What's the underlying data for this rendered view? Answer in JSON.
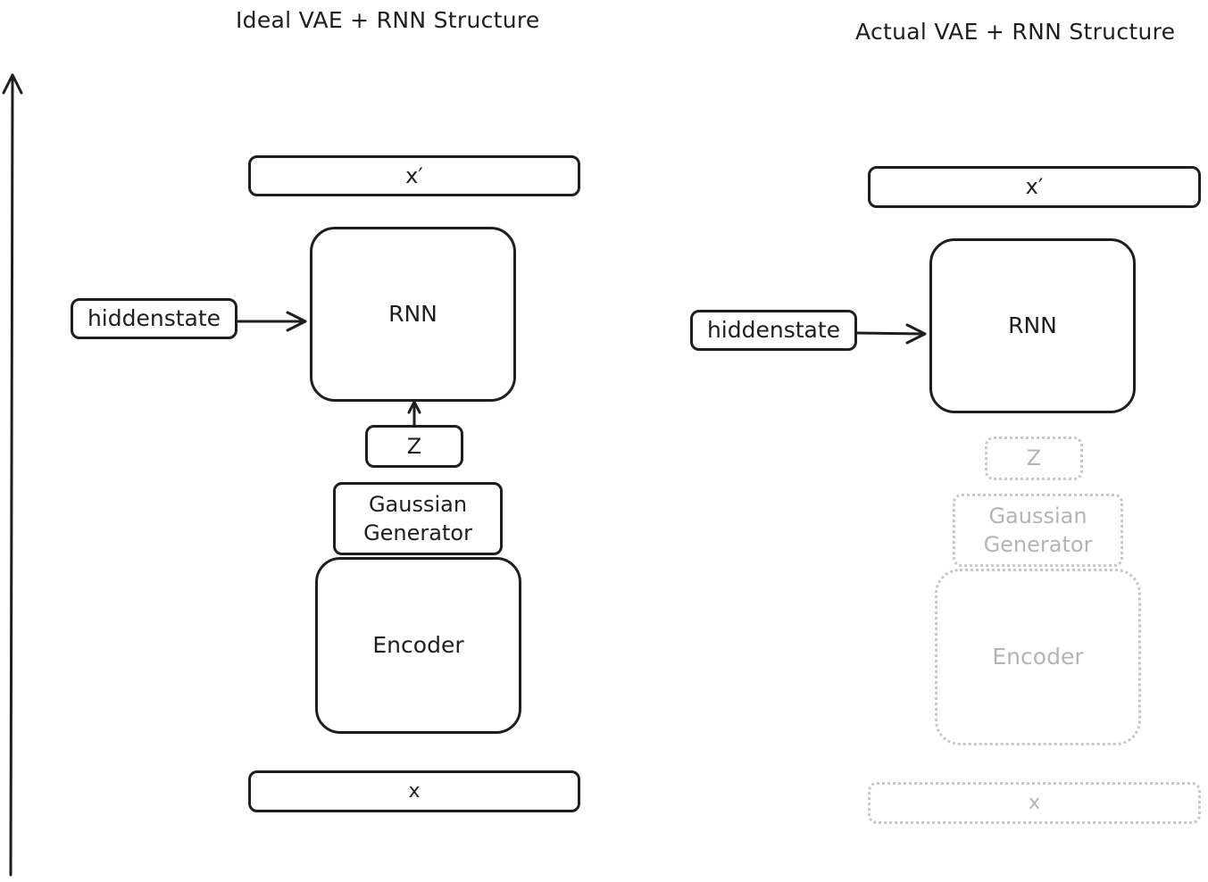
{
  "ideal": {
    "title": "Ideal VAE + RNN Structure",
    "x_prime": "x′",
    "rnn": "RNN",
    "hiddenstate": "hiddenstate",
    "z": "Z",
    "gaussian_line1": "Gaussian",
    "gaussian_line2": "Generator",
    "encoder": "Encoder",
    "x": "x"
  },
  "actual": {
    "title": "Actual VAE + RNN Structure",
    "x_prime": "x′",
    "rnn": "RNN",
    "hiddenstate": "hiddenstate",
    "z": "Z",
    "gaussian_line1": "Gaussian",
    "gaussian_line2": "Generator",
    "encoder": "Encoder",
    "x": "x"
  },
  "colors": {
    "stroke": "#1e1e1e",
    "faded_stroke": "#c8c8c8",
    "faded_text": "#b4b4b4",
    "background": "#ffffff"
  }
}
